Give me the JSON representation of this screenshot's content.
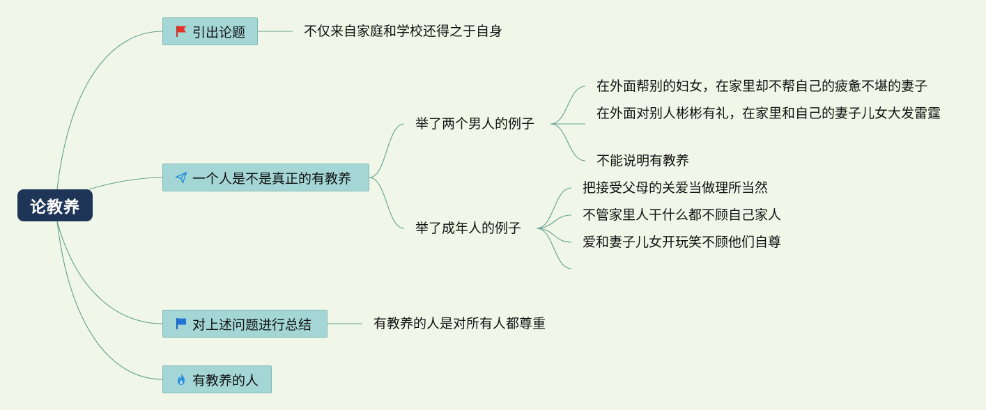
{
  "root": {
    "label": "论教养"
  },
  "branches": [
    {
      "label": "引出论题",
      "icon": "red-flag-icon",
      "children": [
        {
          "label": "不仅来自家庭和学校还得之于自身"
        }
      ]
    },
    {
      "label": "一个人是不是真正的有教养",
      "icon": "paper-plane-icon",
      "children": [
        {
          "label": "举了两个男人的例子",
          "children": [
            {
              "label": "在外面帮别的妇女，在家里却不帮自己的疲惫不堪的妻子"
            },
            {
              "label": "在外面对别人彬彬有礼，在家里和自己的妻子儿女大发雷霆"
            },
            {
              "label": "不能说明有教养"
            }
          ]
        },
        {
          "label": "举了成年人的例子",
          "children": [
            {
              "label": "把接受父母的关爱当做理所当然"
            },
            {
              "label": "不管家里人干什么都不顾自己家人"
            },
            {
              "label": "爱和妻子儿女开玩笑不顾他们自尊"
            },
            {
              "label": ""
            }
          ]
        }
      ]
    },
    {
      "label": "对上述问题进行总结",
      "icon": "blue-flag-icon",
      "children": [
        {
          "label": "有教养的人是对所有人都尊重"
        }
      ]
    },
    {
      "label": "有教养的人",
      "icon": "fire-icon",
      "children": []
    }
  ],
  "colors": {
    "background": "#f1f7e8",
    "root_fill": "#1f3557",
    "node_fill": "#a4d6d6",
    "link": "#5f9f8c"
  }
}
